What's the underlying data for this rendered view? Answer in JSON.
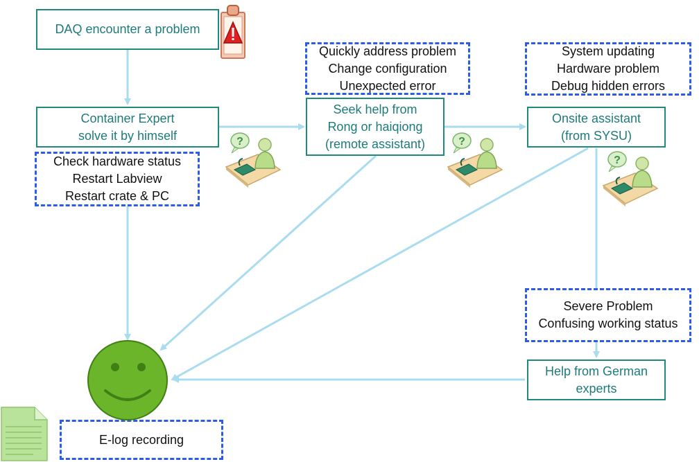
{
  "steps": {
    "daq_problem": "DAQ encounter a problem",
    "container_expert": [
      "Container Expert",
      "solve it by himself"
    ],
    "remote_help": [
      "Seek help from",
      "Rong or haiqiong",
      "(remote assistant)"
    ],
    "onsite_assistant": [
      "Onsite assistant",
      "(from SYSU)"
    ],
    "german_experts": [
      "Help from German",
      "experts"
    ]
  },
  "notes": {
    "self_actions": [
      "Check hardware status",
      "Restart Labview",
      "Restart crate & PC"
    ],
    "remote_reasons": [
      "Quickly address problem",
      "Change configuration",
      "Unexpected error"
    ],
    "onsite_reasons": [
      "System updating",
      "Hardware problem",
      "Debug hidden errors"
    ],
    "severe_reasons": [
      "Severe Problem",
      "Confusing working status"
    ],
    "elog": "E-log recording"
  },
  "icons": [
    "alert-clipboard-icon",
    "help-desk-person-icon",
    "smiley-face-icon",
    "document-icon"
  ],
  "colors": {
    "step_border": "#1f8a7a",
    "step_text": "#1f7a7a",
    "note_border": "#2e5ce6",
    "arrow": "#a8dcee",
    "smiley": "#6bb52a"
  }
}
